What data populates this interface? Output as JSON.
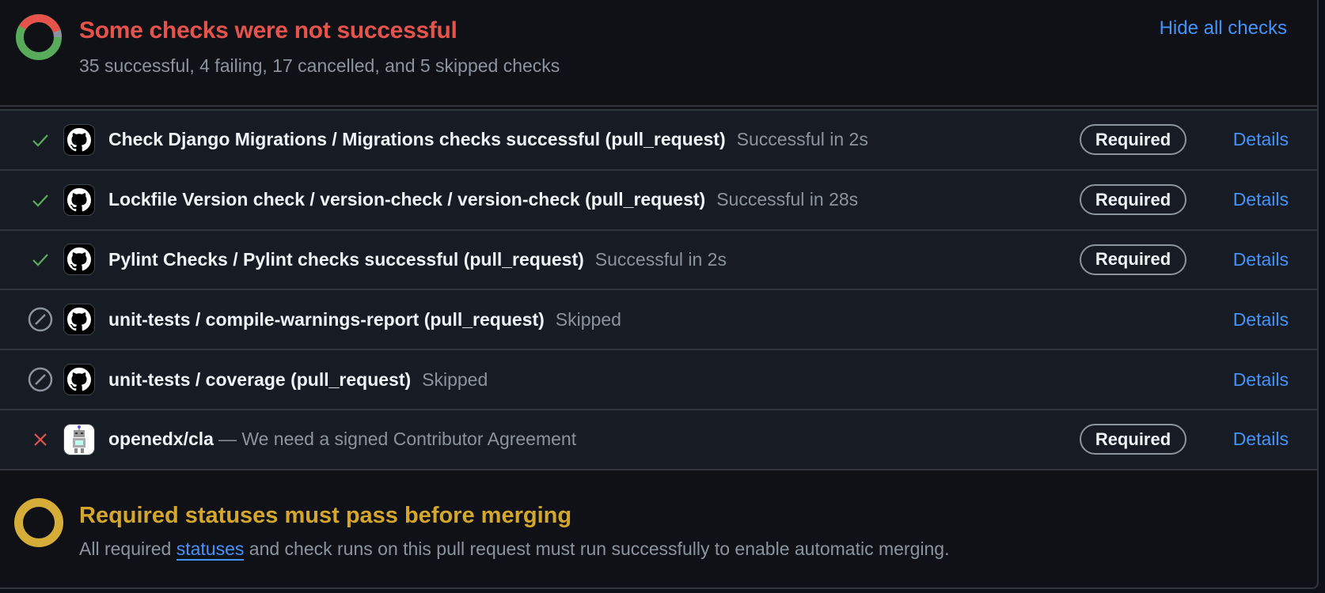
{
  "header": {
    "title": "Some checks were not successful",
    "summary": "35 successful, 4 failing, 17 cancelled, and 5 skipped checks",
    "hide_label": "Hide all checks",
    "donut": {
      "successful": 35,
      "failing": 4,
      "cancelled": 17,
      "skipped": 5
    }
  },
  "checks": [
    {
      "status": "success",
      "avatar": "github-icon",
      "name": "Check Django Migrations / Migrations checks successful (pull_request)",
      "desc": "Successful in 2s",
      "required": "Required",
      "details": "Details"
    },
    {
      "status": "success",
      "avatar": "github-icon",
      "name": "Lockfile Version check / version-check / version-check (pull_request)",
      "desc": "Successful in 28s",
      "required": "Required",
      "details": "Details"
    },
    {
      "status": "success",
      "avatar": "github-icon",
      "name": "Pylint Checks / Pylint checks successful (pull_request)",
      "desc": "Successful in 2s",
      "required": "Required",
      "details": "Details"
    },
    {
      "status": "skipped",
      "avatar": "github-icon",
      "name": "unit-tests / compile-warnings-report (pull_request)",
      "desc": "Skipped",
      "details": "Details"
    },
    {
      "status": "skipped",
      "avatar": "github-icon",
      "name": "unit-tests / coverage (pull_request)",
      "desc": "Skipped",
      "details": "Details"
    },
    {
      "status": "failure",
      "avatar": "robot-icon",
      "name": "openedx/cla",
      "desc": "— We need a signed Contributor Agreement",
      "required": "Required",
      "details": "Details"
    }
  ],
  "footer": {
    "title": "Required statuses must pass before merging",
    "text_before": "All required ",
    "link": "statuses",
    "text_after": " and check runs on this pull request must run successfully to enable automatic merging."
  },
  "colors": {
    "success": "#57ab5a",
    "failure": "#e5534b",
    "skipped": "#8b949e",
    "warning": "#d4a72c",
    "link": "#4493f8"
  }
}
